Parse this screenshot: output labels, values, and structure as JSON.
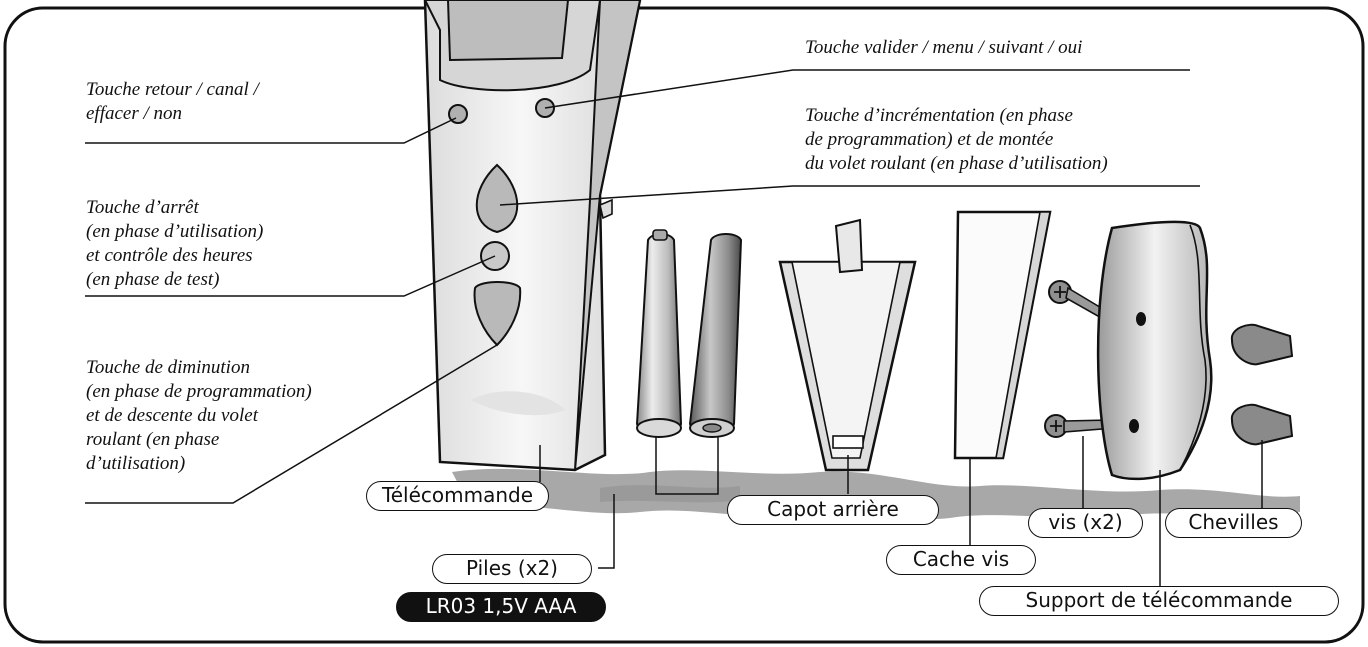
{
  "callouts": {
    "retour": "Touche retour / canal /\neffacer / non",
    "arret": "Touche d’arrêt\n(en phase d’utilisation)\net contrôle des heures\n(en phase de test)",
    "diminution": "Touche de diminution\n(en phase de programmation)\net de descente du volet\nroulant (en phase\nd’utilisation)",
    "valider": "Touche valider / menu / suivant / oui",
    "incrementation": "Touche d’incrémentation (en phase\nde programmation) et de montée\ndu volet roulant (en phase d’utilisation)"
  },
  "parts": {
    "telecommande": "Télécommande",
    "piles": "Piles (x2)",
    "piles_type": "LR03 1,5V AAA",
    "capot": "Capot arrière",
    "cache_vis": "Cache vis",
    "vis": "vis (x2)",
    "chevilles": "Chevilles",
    "support": "Support de télécommande"
  },
  "colors": {
    "ink": "#111111",
    "shadow": "#a9a9a9",
    "body_light": "#ececec",
    "body_mid": "#cfcfcf",
    "button": "#b9b9b9"
  }
}
